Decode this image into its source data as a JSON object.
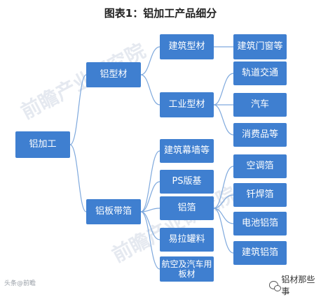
{
  "title": "图表1：铝加工产品细分",
  "watermarks": [
    "前瞻产业研究院",
    "前瞻产业研究院"
  ],
  "footer": {
    "left": "头条@前瞻",
    "right": "铝材那些事"
  },
  "nodes": {
    "root": "铝加工",
    "profile": "铝型材",
    "sheet": "铝板带箔",
    "building_profile": "建筑型材",
    "industrial_profile": "工业型材",
    "doors_windows": "建筑门窗等",
    "rail_transit": "轨道交通",
    "automobile": "汽车",
    "consumer_goods": "消费品等",
    "curtain_wall": "建筑幕墙等",
    "ps_plate": "PS版基",
    "foil": "铝箔",
    "can_stock": "易拉罐料",
    "aero_auto_sheet": "航空及汽车用板材",
    "ac_foil": "空调箔",
    "brazing_foil": "钎焊箔",
    "battery_foil": "电池铝箔",
    "building_foil": "建筑铝箔"
  },
  "colors": {
    "node_fill": "#3f7fd0",
    "link": "#7fa9dd"
  }
}
